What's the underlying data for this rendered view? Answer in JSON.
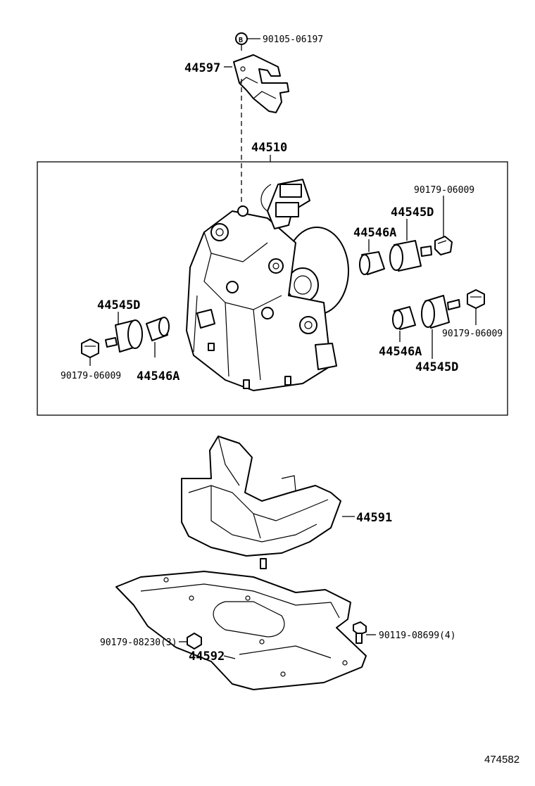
{
  "diagram": {
    "labels": {
      "screw_top": "90105-06197",
      "bracket": "44597",
      "actuator_assy": "44510",
      "nut_right_top": "90179-06009",
      "cushion_d_right_top": "44545D",
      "collar_a_right_top": "44546A",
      "cushion_d_left": "44545D",
      "nut_left": "90179-06009",
      "collar_a_left": "44546A",
      "collar_a_right_bottom": "44546A",
      "cushion_d_right_bottom": "44545D",
      "nut_right_bottom": "90179-06009",
      "protector": "44591",
      "bracket_bottom": "44592",
      "nut_bottom": "90179-08230(3)",
      "bolt_bottom": "90119-08699(4)"
    },
    "figure_number": "474582"
  }
}
